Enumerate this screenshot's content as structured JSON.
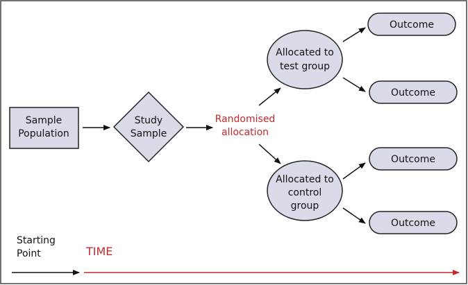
{
  "diagram": {
    "sample_population": [
      "Sample",
      "Population"
    ],
    "study_sample": [
      "Study",
      "Sample"
    ],
    "randomised_allocation": [
      "Randomised",
      "allocation"
    ],
    "test_group": [
      "Allocated to",
      "test group"
    ],
    "control_group": [
      "Allocated to",
      "control",
      "group"
    ],
    "outcomes": [
      "Outcome",
      "Outcome",
      "Outcome",
      "Outcome"
    ],
    "starting_point": [
      "Starting",
      "Point"
    ],
    "time_label": "TIME"
  },
  "colors": {
    "node_fill": "#d9dbe8",
    "stroke": "#222222",
    "accent_red": "#c8282e"
  }
}
